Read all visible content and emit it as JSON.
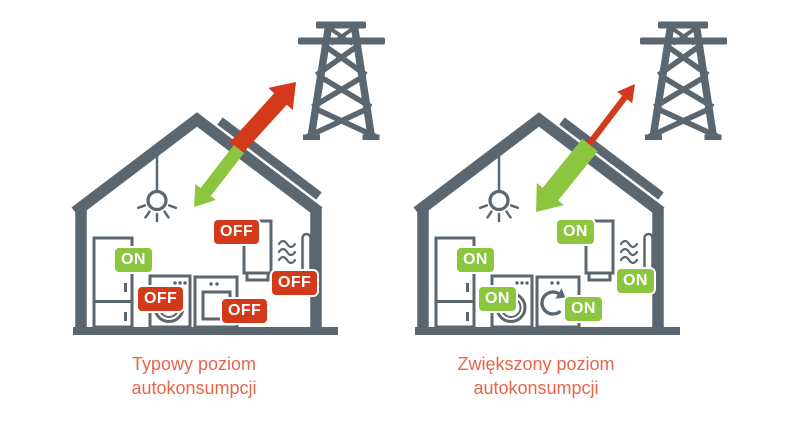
{
  "colors": {
    "diagram_gray": "#5a6670",
    "export_red": "#d23a1b",
    "consume_green": "#8cc63f",
    "badge_on_green": "#8cc63f",
    "badge_off_red": "#d23a1b",
    "caption_orange": "#ea6449"
  },
  "left_diagram": {
    "caption_lines": [
      "Typowy poziom",
      "autokonsumpcji"
    ],
    "badges": {
      "fridge": "ON",
      "washing_machine": "OFF",
      "oven": "OFF",
      "water_heater": "OFF",
      "radiator": "OFF"
    }
  },
  "right_diagram": {
    "caption_lines": [
      "Zwiększony poziom",
      "autokonsumpcji"
    ],
    "badges": {
      "fridge": "ON",
      "washing_machine": "ON",
      "dishwasher": "ON",
      "water_heater": "ON",
      "radiator": "ON"
    }
  }
}
